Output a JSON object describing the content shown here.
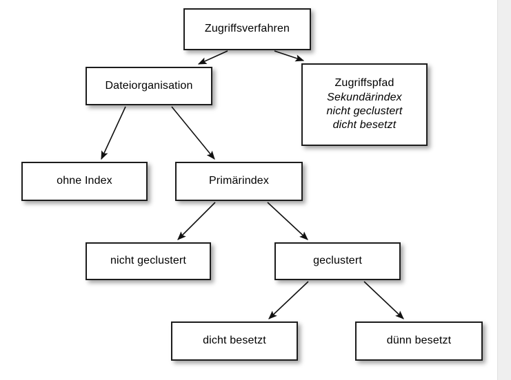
{
  "diagram": {
    "title": "Zugriffsverfahren Klassifikation",
    "type": "tree-diagram",
    "background_color": "#ffffff",
    "node_fill_color": "#ffffff",
    "node_border_color": "#1c1c1c",
    "text_color": "#000000",
    "nodes": [
      {
        "id": "zugriffsverfahren",
        "lines": [
          {
            "text": "Zugriffsverfahren",
            "style": "normal"
          }
        ]
      },
      {
        "id": "dateiorganisation",
        "lines": [
          {
            "text": "Dateiorganisation",
            "style": "normal"
          }
        ]
      },
      {
        "id": "zugriffspfad",
        "lines": [
          {
            "text": "Zugriffspfad",
            "style": "normal"
          },
          {
            "text": "Sekundärindex",
            "style": "italic"
          },
          {
            "text": "nicht geclustert",
            "style": "italic"
          },
          {
            "text": "dicht besetzt",
            "style": "italic"
          }
        ]
      },
      {
        "id": "ohne-index",
        "lines": [
          {
            "text": "ohne Index",
            "style": "normal"
          }
        ]
      },
      {
        "id": "primaerindex",
        "lines": [
          {
            "text": "Primärindex",
            "style": "normal"
          }
        ]
      },
      {
        "id": "nicht-geclustert",
        "lines": [
          {
            "text": "nicht geclustert",
            "style": "normal"
          }
        ]
      },
      {
        "id": "geclustert",
        "lines": [
          {
            "text": "geclustert",
            "style": "normal"
          }
        ]
      },
      {
        "id": "dicht-besetzt",
        "lines": [
          {
            "text": "dicht besetzt",
            "style": "normal"
          }
        ]
      },
      {
        "id": "duenn-besetzt",
        "lines": [
          {
            "text": "dünn besetzt",
            "style": "normal"
          }
        ]
      }
    ],
    "edges": [
      {
        "from": "zugriffsverfahren",
        "to": "dateiorganisation"
      },
      {
        "from": "zugriffsverfahren",
        "to": "zugriffspfad"
      },
      {
        "from": "dateiorganisation",
        "to": "ohne-index"
      },
      {
        "from": "dateiorganisation",
        "to": "primaerindex"
      },
      {
        "from": "primaerindex",
        "to": "nicht-geclustert"
      },
      {
        "from": "primaerindex",
        "to": "geclustert"
      },
      {
        "from": "geclustert",
        "to": "dicht-besetzt"
      },
      {
        "from": "geclustert",
        "to": "duenn-besetzt"
      }
    ]
  },
  "labels": {
    "zugriffsverfahren": "Zugriffsverfahren",
    "dateiorganisation": "Dateiorganisation",
    "zugriffspfad_l1": "Zugriffspfad",
    "zugriffspfad_l2": "Sekundärindex",
    "zugriffspfad_l3": "nicht geclustert",
    "zugriffspfad_l4": "dicht besetzt",
    "ohne_index": "ohne Index",
    "primaerindex": "Primärindex",
    "nicht_geclustert": "nicht geclustert",
    "geclustert": "geclustert",
    "dicht_besetzt": "dicht besetzt",
    "duenn_besetzt": "dünn besetzt"
  }
}
